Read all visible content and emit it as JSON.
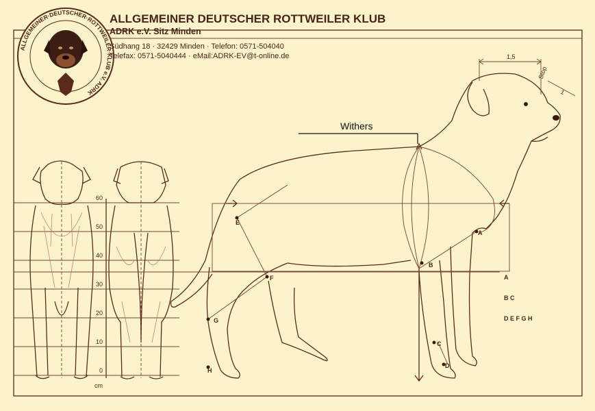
{
  "header": {
    "title": "ALLGEMEINER DEUTSCHER ROTTWEILER KLUB",
    "subtitle": "ADRK e.V. Sitz Minden",
    "address_line": "Südhang 18 · 32429 Minden · Telefon: 0571-504040",
    "contact_line": "Telefax: 0571-5040444 · eMail:ADRK-EV@t-online.de"
  },
  "logo": {
    "ring_text": "ALLGEMEINER·DEUTSCHER·ROTTWEILER·KLUB e.V. ADRK",
    "icon": "rottweiler-head-and-eagle-seal"
  },
  "annotation": {
    "withers": "Withers"
  },
  "scale": {
    "unit": "cm",
    "ticks": [
      "0",
      "10",
      "20",
      "30",
      "40",
      "50",
      "60"
    ]
  },
  "head_measure": {
    "skull": "1,5",
    "muzzle": "1",
    "stop": "Stop"
  },
  "points": {
    "A": "A",
    "B": "B",
    "C": "C",
    "D": "D",
    "E": "E",
    "F": "F",
    "G": "G",
    "H": "H"
  },
  "right_column": {
    "row1": "A",
    "row2": "B C",
    "row3": "D E F G H"
  },
  "colors": {
    "background": "#fbf3c9",
    "ink": "#4a2418",
    "accent": "#c0665a"
  }
}
